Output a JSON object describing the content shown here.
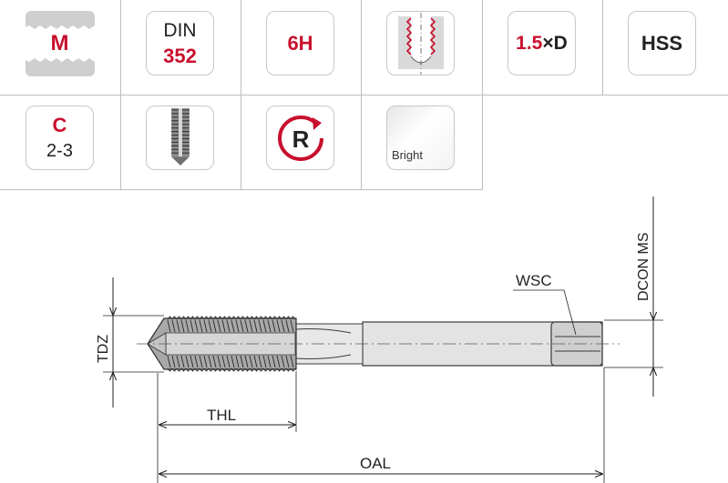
{
  "row1": {
    "thread_type": "M",
    "standard_top": "DIN",
    "standard_number": "352",
    "tolerance": "6H",
    "depth_value": "1.5",
    "depth_times": "×",
    "depth_unit": "D",
    "material": "HSS"
  },
  "row2": {
    "chamfer_letter": "C",
    "chamfer_range": "2-3",
    "rotation_letter": "R",
    "coating": "Bright"
  },
  "drawing": {
    "tdz": "TDZ",
    "thl": "THL",
    "oal": "OAL",
    "wsc": "WSC",
    "dcon": "DCON MS"
  },
  "colors": {
    "accent": "#c8102e",
    "text": "#222222",
    "border": "#c8c8c8"
  }
}
